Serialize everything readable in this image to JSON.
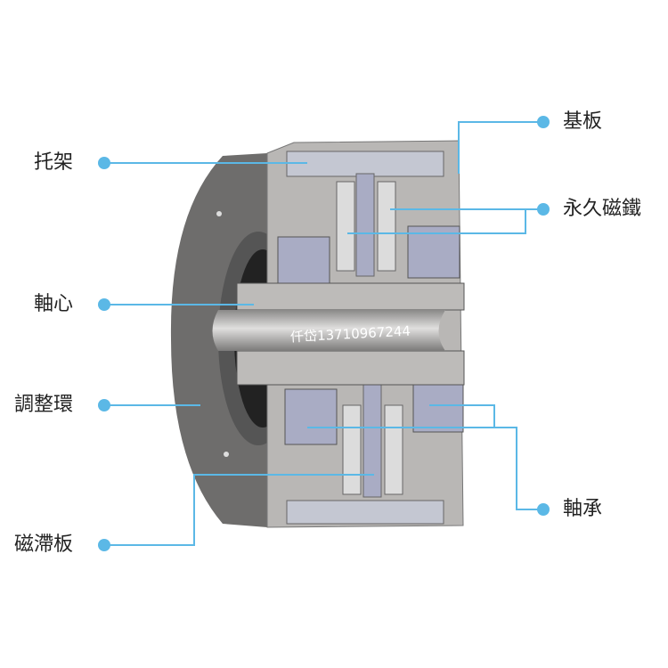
{
  "labels": {
    "left": [
      "托架",
      "軸心",
      "調整環",
      "磁滯板"
    ],
    "right": [
      "基板",
      "永久磁鐵",
      "軸承"
    ]
  },
  "watermark": "仟岱13710967244",
  "colors": {
    "leader": "#5bb8e6",
    "body": "#b9b7b5",
    "flange": "#6e6d6c",
    "magnet": "#a9acc4"
  }
}
